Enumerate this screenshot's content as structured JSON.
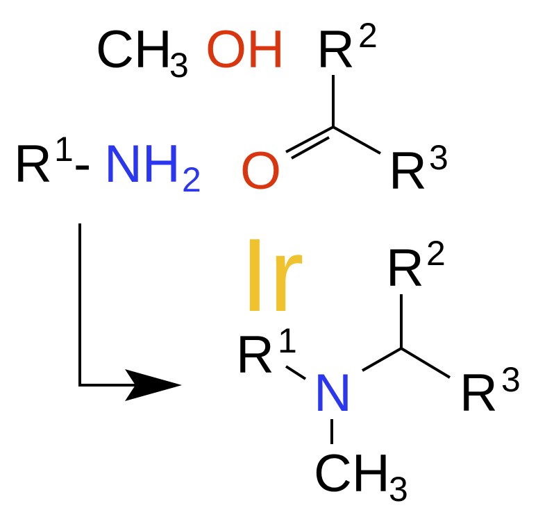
{
  "colors": {
    "text": "#000000",
    "oxygen": "#d9360f",
    "nitrogen": "#2b36f0",
    "catalyst": "#f0c22e"
  },
  "methanol": {
    "c": "CH",
    "sub": "3",
    "oh": "OH"
  },
  "amine": {
    "r": "R",
    "sup": "1",
    "dash": "-",
    "nh": "NH",
    "sub": "2"
  },
  "ketone": {
    "o": "O",
    "r2": "R",
    "r2_sup": "2",
    "r3": "R",
    "r3_sup": "3"
  },
  "catalyst": {
    "label": "Ir"
  },
  "product": {
    "r1": "R",
    "r1_sup": "1",
    "n": "N",
    "r2": "R",
    "r2_sup": "2",
    "r3": "R",
    "r3_sup": "3",
    "ch": "CH",
    "sub": "3"
  }
}
